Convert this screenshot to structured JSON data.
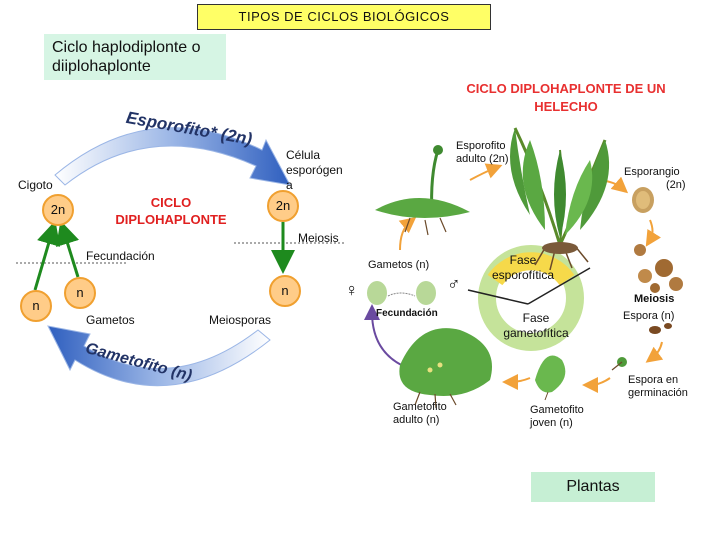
{
  "title": "TIPOS DE CICLOS BIOLÓGICOS",
  "subtitle_line1": "Ciclo haplodiplonte o",
  "subtitle_line2": "diiplohaplonte",
  "left": {
    "cycle_line1": "CICLO",
    "cycle_line2": "DIPLOHAPLONTE",
    "arrow_top": "Esporofito* (2n)",
    "arrow_bottom": "Gametofito (n)",
    "cigoto": "Cigoto",
    "celula_1": "Célula",
    "celula_2": "esporógen",
    "celula_3": "a",
    "meiosis": "Meiosis",
    "fecundacion": "Fecundación",
    "gametos": "Gametos",
    "meiosporas": "Meiosporas",
    "node_2n_left": "2n",
    "node_2n_right": "2n",
    "node_n_right": "n",
    "node_n_a": "n",
    "node_n_b": "n"
  },
  "right": {
    "title_line1": "CICLO DIPLOHAPLONTE DE UN",
    "title_line2": "HELECHO",
    "esporofito_1": "Esporofito",
    "esporofito_2": "adulto (2n)",
    "esporangio_1": "Esporangio",
    "esporangio_2": "(2n)",
    "meiosis": "Meiosis",
    "espora": "Espora (n)",
    "espora_germ_1": "Espora en",
    "espora_germ_2": "germinación",
    "gametofito_joven_1": "Gametofito",
    "gametofito_joven_2": "joven (n)",
    "gametofito_adulto_1": "Gametofito",
    "gametofito_adulto_2": "adulto (n)",
    "fecundacion": "Fecundación",
    "gametos": "Gametos (n)",
    "fase_espo_1": "Fase",
    "fase_espo_2": "esporofítica",
    "fase_game_1": "Fase",
    "fase_game_2": "gametofítica",
    "female": "♀",
    "male": "♂"
  },
  "plants_label": "Plantas"
}
